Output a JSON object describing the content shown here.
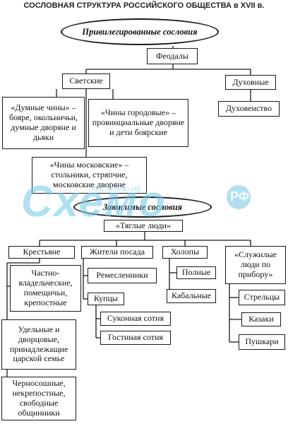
{
  "title": "СОСЛОВНАЯ СТРУКТУРА РОССИЙСКОГО ОБЩЕСТВА в XVII в.",
  "privileged_header": "Привилегированные сословия",
  "dependent_header": "Зависимые сословия",
  "nodes": {
    "feodaly": "Феодалы",
    "svetskie": "Светские",
    "duhovnye": "Духовные",
    "duhovenstvo": "Духовенство",
    "dumnye": "«Думные чины» – бояре, окольничьи, думные дворяне и дьяки",
    "gorodovye": "«Чины городовые» – провинциальные дворяне и дети боярские",
    "moskovskie": "«Чины московские» – стольники, стряпчие, московские дворяне",
    "tyaglye": "«Тяглые люди»",
    "krestyane": "Крестьяне",
    "posad": "Жители посада",
    "holopy": "Холопы",
    "sluzhilye": "«Служилые люди по прибору»",
    "chastno": "Частно-владельческие, помещичьи, крепостные",
    "udelnye": "Удельные и дворцовые, принадлежащие царской семье",
    "chernososhnye": "Черносошные, некрепостные, свободные общинники",
    "remeslenniki": "Ремесленники",
    "kuptsy": "Купцы",
    "sukonnaya": "Суконная сотня",
    "gostinaya": "Гостиная сотня",
    "polnye": "Полные",
    "kabalnye": "Кабальные",
    "streltsy": "Стрельцы",
    "kazaki": "Казаки",
    "pushkari": "Пушкари"
  },
  "watermark": {
    "logo": "Схемо",
    "suffix": "РФ",
    "url": "http://схемо.рф"
  },
  "colors": {
    "ink": "#1a1a1a",
    "watermark": "#6fc7e8"
  }
}
